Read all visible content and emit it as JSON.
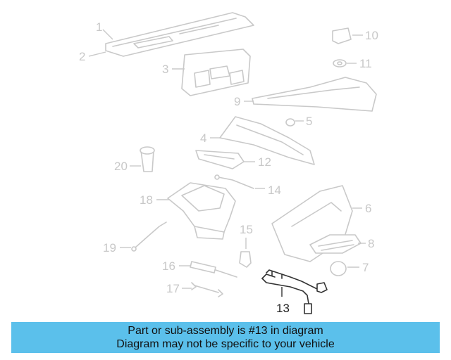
{
  "callouts": {
    "c1": "1",
    "c2": "2",
    "c3": "3",
    "c4": "4",
    "c5": "5",
    "c6": "6",
    "c7": "7",
    "c8": "8",
    "c9": "9",
    "c10": "10",
    "c11": "11",
    "c12": "12",
    "c13": "13",
    "c14": "14",
    "c15": "15",
    "c16": "16",
    "c17": "17",
    "c18": "18",
    "c19": "19",
    "c20": "20"
  },
  "highlighted_part": "13",
  "banner": {
    "line1": "Part or sub-assembly is #13 in diagram",
    "line2": "Diagram may not be specific to your vehicle",
    "background": "#5bc0eb"
  },
  "colors": {
    "faded_part": "#c9c9c9",
    "highlighted_part": "#333333"
  }
}
